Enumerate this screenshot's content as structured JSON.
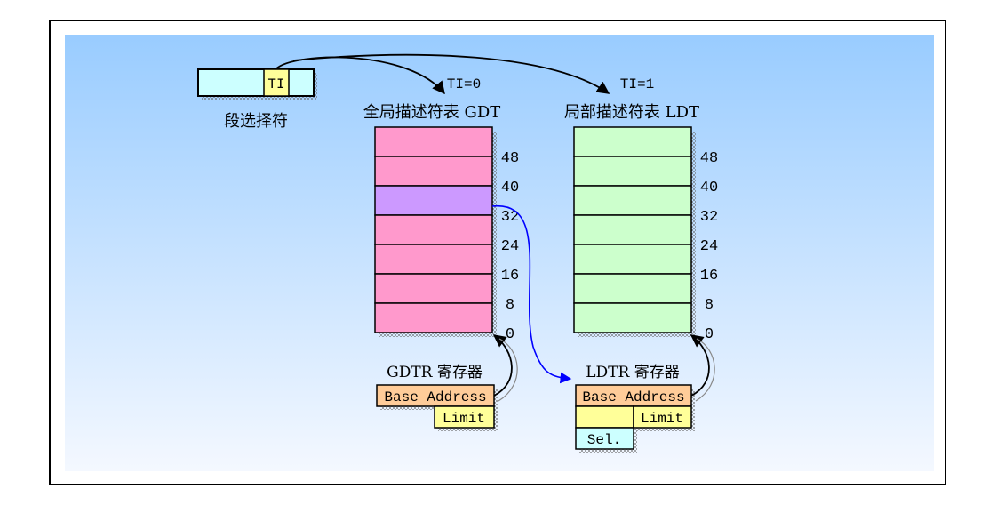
{
  "selector": {
    "ti_label": "TI",
    "caption": "段选择符"
  },
  "gdt": {
    "ti_value": "TI=0",
    "title": "全局描述符表 GDT",
    "offsets": [
      "48",
      "40",
      "32",
      "24",
      "16",
      "8",
      "0"
    ]
  },
  "ldt": {
    "ti_value": "TI=1",
    "title": "局部描述符表 LDT",
    "offsets": [
      "48",
      "40",
      "32",
      "24",
      "16",
      "8",
      "0"
    ]
  },
  "gdtr": {
    "title": "GDTR 寄存器",
    "base_label": "Base Address",
    "limit_label": "Limit"
  },
  "ldtr": {
    "title": "LDTR 寄存器",
    "base_label": "Base Address",
    "limit_label": "Limit",
    "sel_label": "Sel."
  },
  "colors": {
    "gdt_entry": "#ff99cc",
    "gdt_selected": "#cc99ff",
    "ldt_entry": "#ccffcc",
    "selector_fill": "#ccffff",
    "ti_fill": "#ffff99",
    "base_fill": "#ffcc99",
    "limit_fill": "#ffff99",
    "sel_fill": "#ccffff",
    "link_arrow": "#0000ff"
  }
}
